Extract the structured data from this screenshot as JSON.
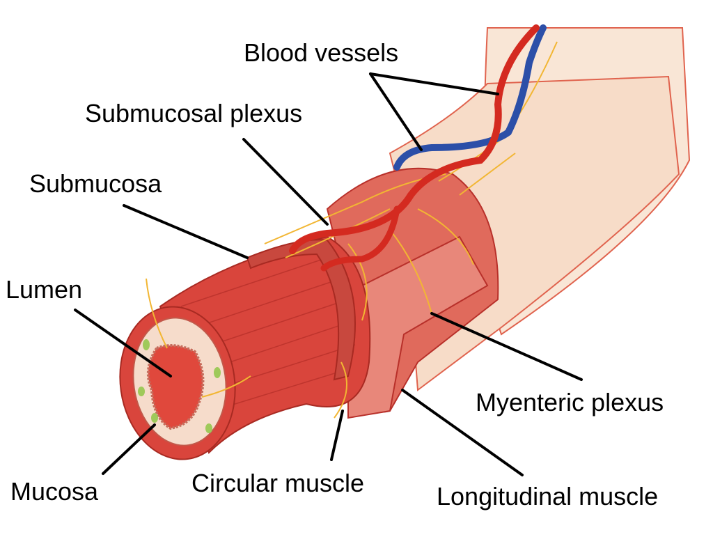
{
  "labels": {
    "blood_vessels": "Blood vessels",
    "submucosal_plexus": "Submucosal plexus",
    "submucosa": "Submucosa",
    "lumen": "Lumen",
    "mucosa": "Mucosa",
    "circular_muscle": "Circular muscle",
    "longitudinal_muscle": "Longitudinal muscle",
    "myenteric_plexus": "Myenteric plexus"
  },
  "colors": {
    "muscle": "#d9453c",
    "muscle_dark": "#b8302a",
    "serosa": "#f9e6d6",
    "artery": "#d42a20",
    "vein": "#2c4fa8",
    "nerve": "#f2b633",
    "mucosa_fill": "#f6dccb"
  }
}
